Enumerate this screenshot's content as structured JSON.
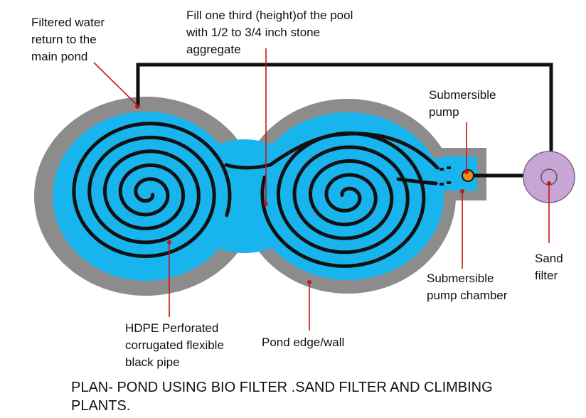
{
  "labels": {
    "return_water": "Filtered water\nreturn to the\nmain pond",
    "fill_note": "Fill  one third (height)of the pool\nwith 1/2  to 3/4 inch stone\naggregate",
    "pump": "Submersible\npump",
    "pump_chamber": "Submersible\npump chamber",
    "sand_filter": "Sand\nfilter",
    "pipe": "HDPE Perforated\ncorrugated flexible\nblack pipe",
    "pond_edge": "Pond edge/wall"
  },
  "caption": "PLAN- POND USING BIO FILTER .SAND FILTER AND CLIMBING\nPLANTS.",
  "colors": {
    "water": "#18b4ee",
    "wall": "#8c8c8c",
    "pipe": "#111111",
    "leader": "#c81414",
    "sand_filter": "#c7a6d6",
    "pump": "#f08c1e"
  }
}
